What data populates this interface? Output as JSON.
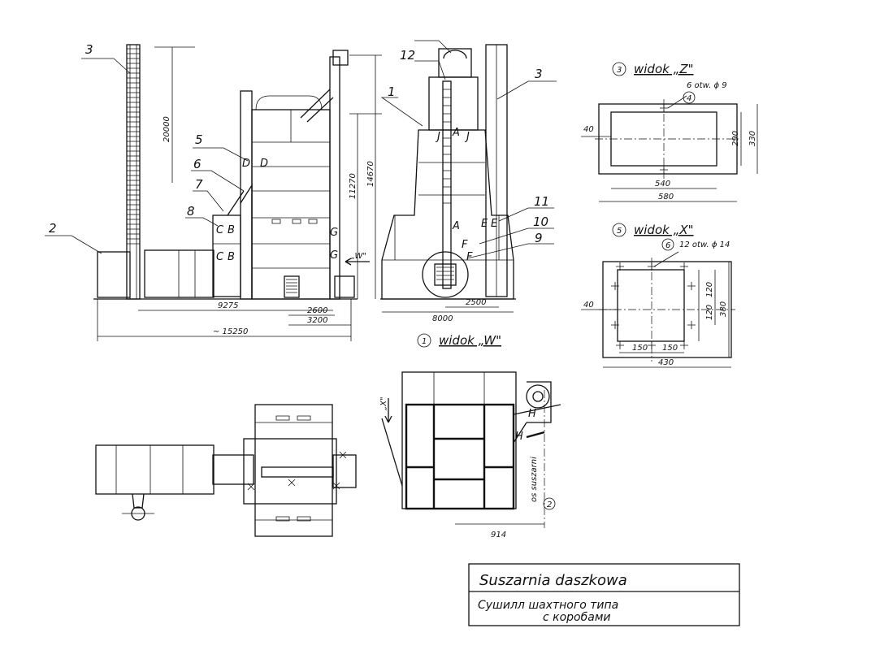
{
  "main_view": {
    "callouts": [
      "3",
      "2",
      "5",
      "6",
      "7",
      "8",
      "1",
      "12",
      "3",
      "11",
      "10",
      "9"
    ],
    "section_letters": [
      "D",
      "D",
      "C",
      "B",
      "C",
      "B",
      "G",
      "G",
      "A",
      "A",
      "J",
      "J",
      "E",
      "E",
      "F",
      "F"
    ],
    "dims": {
      "d20000": "20000",
      "d11270": "11270",
      "d14670": "14670",
      "d9275": "9275",
      "d2600": "2600",
      "d3200": "3200",
      "d15250": "~ 15250",
      "d8000": "8000",
      "d2500": "2500"
    },
    "arrow_w": "„W\"",
    "view_w_num": "1",
    "view_w_label": "widok „W\""
  },
  "view_z": {
    "num": "3",
    "label": "widok „Z\"",
    "holes": "6 otw. ϕ 9",
    "ref": "4",
    "dims": {
      "w540": "540",
      "w580": "580",
      "h290": "290",
      "h330": "330",
      "o40": "40"
    }
  },
  "view_x": {
    "num": "5",
    "label": "widok „X\"",
    "holes": "12 otw. ϕ 14",
    "ref": "6",
    "dims": {
      "w150a": "150",
      "w150b": "150",
      "w430": "430",
      "h120a": "120",
      "h120b": "120",
      "h380": "380",
      "o40": "40"
    }
  },
  "section_view": {
    "arrow_x": "„X\"",
    "letter_h1": "H",
    "letter_h2": "H",
    "axis_label": "os suszarni",
    "ref": "2",
    "dim914": "914"
  },
  "title_block": {
    "line1": "Suszarnia   daszkowa",
    "line2": "Сушилл шахтного типа",
    "line3": "с коробами"
  }
}
